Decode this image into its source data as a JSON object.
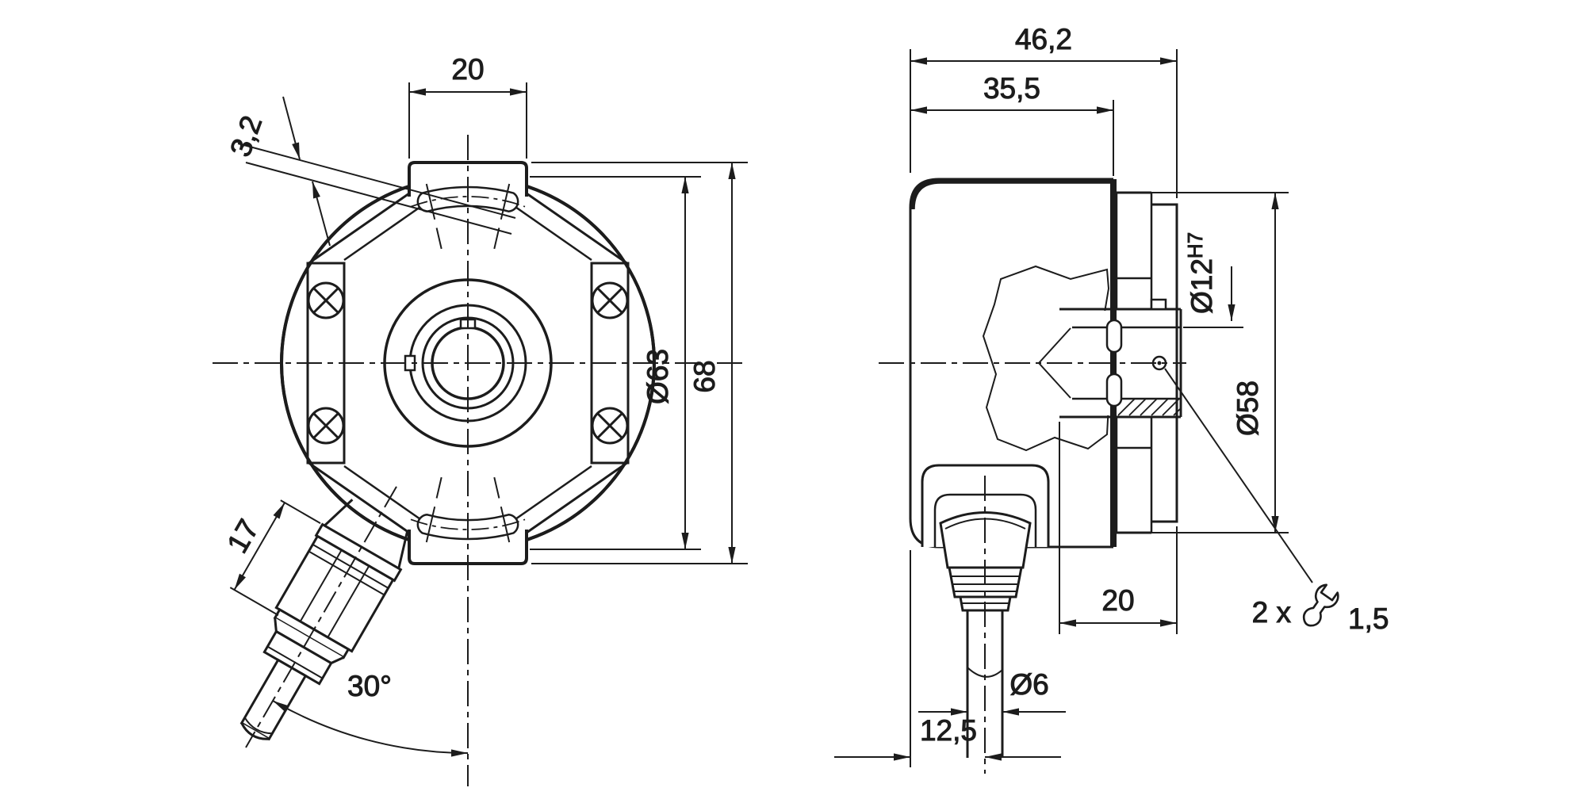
{
  "drawing": {
    "background_color": "#ffffff",
    "line_color": "#1c1c1c"
  },
  "front_view": {
    "dim_tab_width": "20",
    "dim_slot_width": "3,2",
    "dim_outer_diameter": "Ø63",
    "dim_overall_height": "68",
    "dim_connector_length": "17",
    "dim_connector_angle": "30°"
  },
  "side_view": {
    "dim_depth_overall": "46,2",
    "dim_depth_housing": "35,5",
    "dim_bore": "Ø12",
    "dim_bore_tolerance": "H7",
    "dim_flange_diameter": "Ø58",
    "dim_clamp_depth": "20",
    "set_screw_count": "2 x",
    "set_screw_wrench_size": "1,5",
    "dim_cable_diameter": "Ø6",
    "dim_cable_offset": "12,5"
  }
}
